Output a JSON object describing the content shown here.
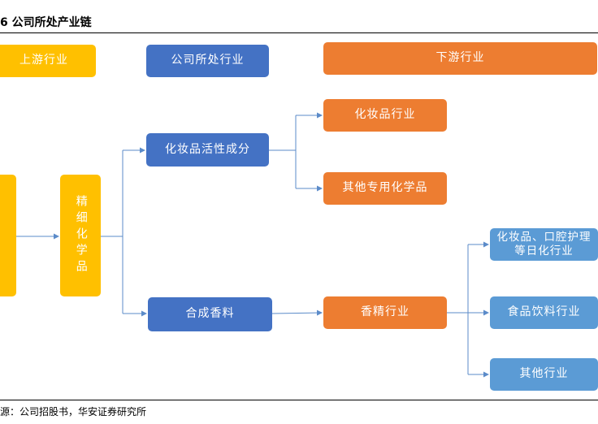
{
  "header": {
    "title": "6 公司所处产业链"
  },
  "footer": {
    "source": "源：公司招股书，华安证券研究所"
  },
  "columns": {
    "upstream": "上游行业",
    "company": "公司所处行业",
    "downstream": "下游行业"
  },
  "nodes": {
    "upstream_vertical": "",
    "fine_chemicals": "精细化学品",
    "active_ingredients": "化妆品活性成分",
    "synthetic_fragrance": "合成香料",
    "cosmetics_industry": "化妆品行业",
    "other_special_chemicals": "其他专用化学品",
    "flavor_industry": "香精行业",
    "cosmetics_oral_care": "化妆品、口腔护理等日化行业",
    "food_beverage": "食品饮料行业",
    "other_industries": "其他行业"
  },
  "colors": {
    "yellow": "#FFC000",
    "blue": "#4472C4",
    "orange": "#ED7D31",
    "light_blue": "#5B9BD5",
    "connector": "#5B8BC9"
  }
}
